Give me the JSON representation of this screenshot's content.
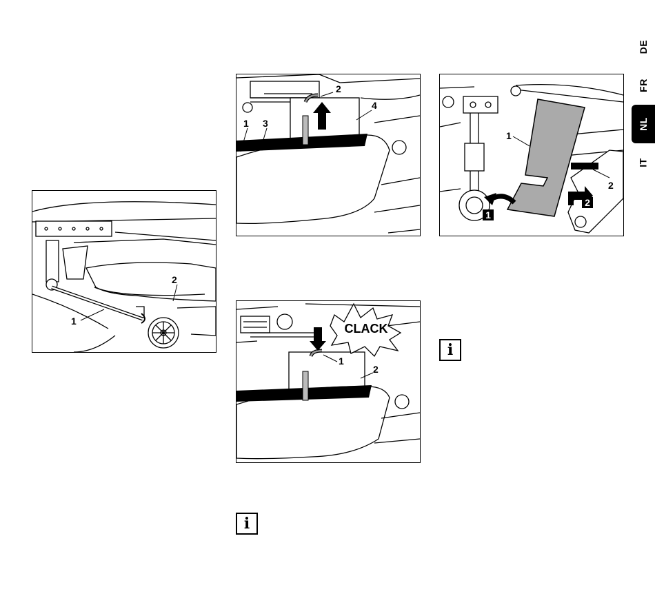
{
  "languages": [
    {
      "code": "DE",
      "active": false
    },
    {
      "code": "FR",
      "active": false
    },
    {
      "code": "NL",
      "active": true
    },
    {
      "code": "IT",
      "active": false
    }
  ],
  "figures": {
    "fig_a": {
      "callouts": [
        "1",
        "2"
      ]
    },
    "fig_b": {
      "callouts": [
        "1",
        "2",
        "3",
        "4"
      ]
    },
    "fig_c": {
      "callouts": [
        "1",
        "2",
        "1",
        "2"
      ]
    },
    "fig_d": {
      "callouts": [
        "1",
        "2"
      ],
      "sound_label": "CLACK"
    }
  },
  "info_icon": {
    "glyph": "i"
  }
}
